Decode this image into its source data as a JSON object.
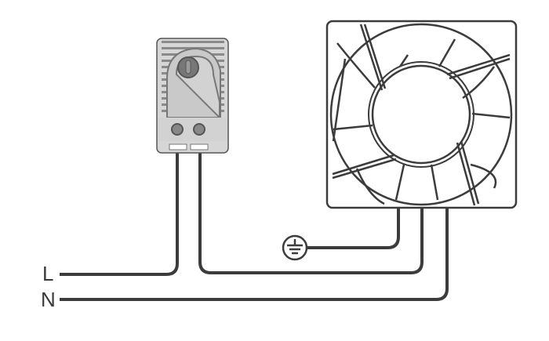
{
  "labels": {
    "line": "L",
    "neutral": "N"
  },
  "components": [
    "thermostat",
    "fan",
    "earth-ground-symbol"
  ],
  "colors": {
    "wire": "#3c3c3c",
    "body": "#d8d8d8",
    "dark": "#6a6a6a"
  }
}
